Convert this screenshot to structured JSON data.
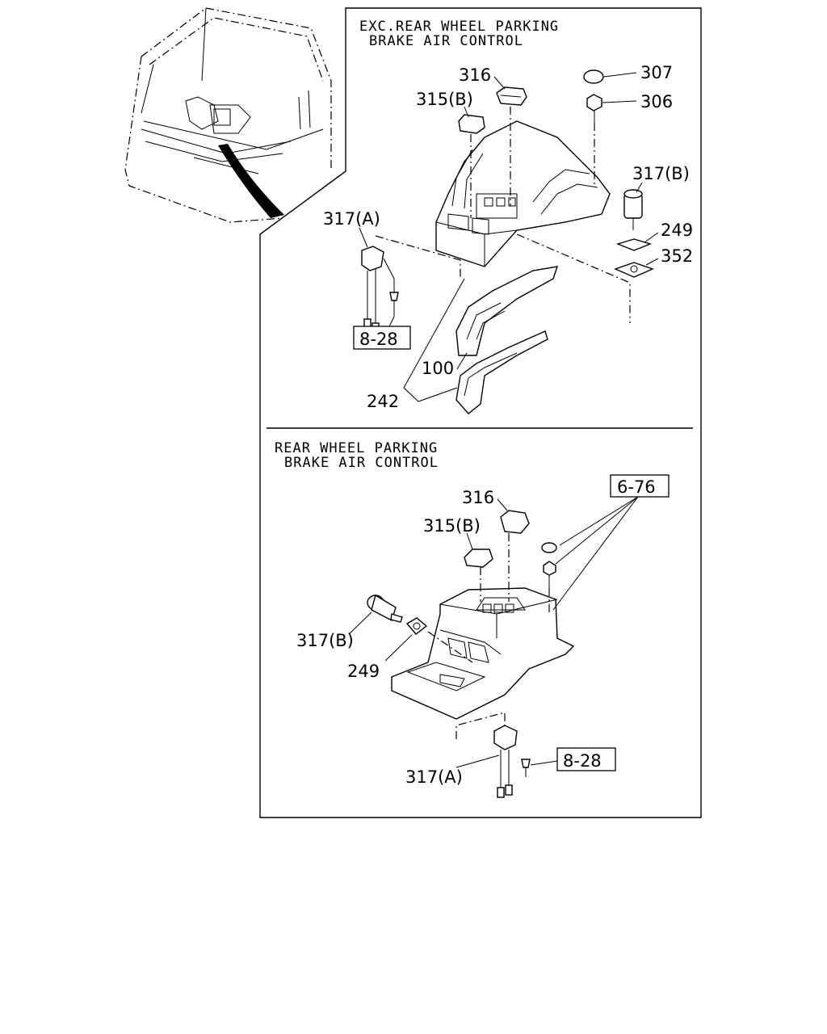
{
  "sections": [
    {
      "heading_line1": "EXC.REAR WHEEL PARKING",
      "heading_line2": "BRAKE AIR CONTROL"
    },
    {
      "heading_line1": "REAR WHEEL PARKING",
      "heading_line2": "BRAKE AIR CONTROL"
    }
  ],
  "top_labels": {
    "p316": "316",
    "p315b": "315(B)",
    "p307": "307",
    "p306": "306",
    "p317b": "317(B)",
    "p317a": "317(A)",
    "p249": "249",
    "p352": "352",
    "ref828": "8-28",
    "p100": "100",
    "p242": "242"
  },
  "bottom_labels": {
    "p316": "316",
    "p315b": "315(B)",
    "ref676": "6-76",
    "p317b": "317(B)",
    "p249": "249",
    "p317a": "317(A)",
    "ref828": "8-28"
  }
}
